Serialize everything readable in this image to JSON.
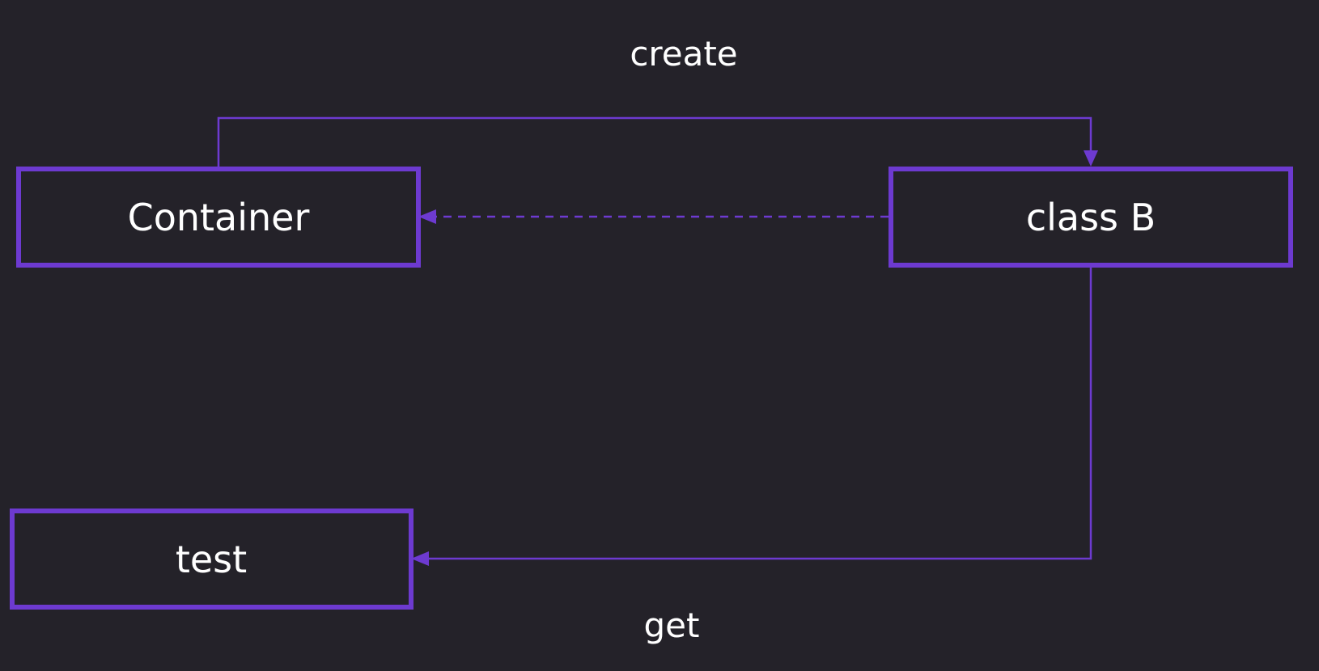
{
  "colors": {
    "background": "#242229",
    "accent": "#6d3ad0",
    "text": "#ffffff"
  },
  "nodes": {
    "container": {
      "label": "Container"
    },
    "class_b": {
      "label": "class B"
    },
    "test": {
      "label": "test"
    }
  },
  "edges": {
    "create": {
      "label": "create",
      "from": "Container",
      "to": "class B",
      "style": "solid"
    },
    "reference": {
      "label": "",
      "from": "class B",
      "to": "Container",
      "style": "dashed"
    },
    "get": {
      "label": "get",
      "from": "class B",
      "to": "test",
      "style": "solid"
    }
  }
}
